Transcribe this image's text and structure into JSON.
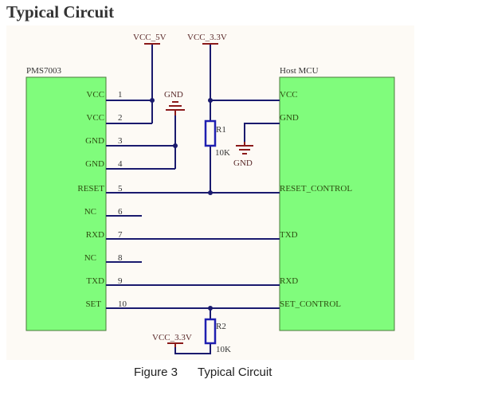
{
  "page": {
    "title": "Typical Circuit"
  },
  "caption": {
    "figure_label": "Figure 3",
    "figure_title": "Typical Circuit"
  },
  "colors": {
    "chip_fill": "#80fc7c",
    "chip_border": "#4a7a3a",
    "wire": "#1a1a6e",
    "power_symbol": "#8b1a1a",
    "resistor": "#1f1fb0",
    "label_text": "#333333",
    "pin_text": "#2d4d10"
  },
  "power_rails": {
    "vcc_5v": "VCC_5V",
    "vcc_33v": "VCC_3.3V",
    "vcc_33v_bottom": "VCC_3.3V",
    "gnd_left": "GND",
    "gnd_right": "GND"
  },
  "sensor": {
    "name": "PMS7003",
    "pins": [
      {
        "number": "1",
        "name": "VCC"
      },
      {
        "number": "2",
        "name": "VCC"
      },
      {
        "number": "3",
        "name": "GND"
      },
      {
        "number": "4",
        "name": "GND"
      },
      {
        "number": "5",
        "name": "RESET"
      },
      {
        "number": "6",
        "name": "NC"
      },
      {
        "number": "7",
        "name": "RXD"
      },
      {
        "number": "8",
        "name": "NC"
      },
      {
        "number": "9",
        "name": "TXD"
      },
      {
        "number": "10",
        "name": "SET"
      }
    ]
  },
  "host": {
    "name": "Host MCU",
    "pins": [
      "VCC",
      "GND",
      "RESET_CONTROL",
      "TXD",
      "RXD",
      "SET_CONTROL"
    ]
  },
  "resistors": [
    {
      "ref": "R1",
      "value": "10K"
    },
    {
      "ref": "R2",
      "value": "10K"
    }
  ]
}
